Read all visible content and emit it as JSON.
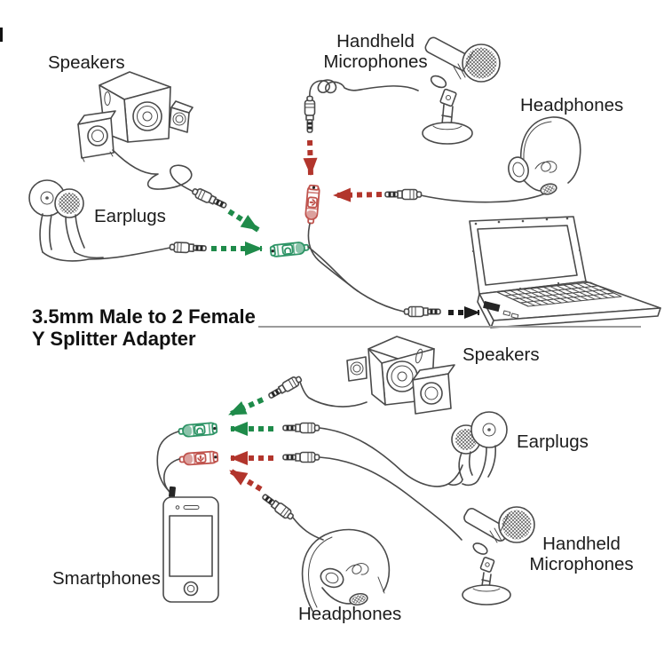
{
  "title": {
    "line1": "3.5mm Male to 2 Female",
    "line2": "Y Splitter Adapter"
  },
  "colors": {
    "headphone_green": "#1f8b4a",
    "mic_red": "#b2352c",
    "connector_green": "#2e9466",
    "connector_red": "#c0544e",
    "arrow_black": "#1c1c1c",
    "line_art": "#4a4a4a",
    "label_text": "#1c1c1c",
    "divider": "#9b9b9b",
    "background": "#ffffff"
  },
  "icons": {
    "headphone_port_icon": "headphones glyph in rounded square on green female jack",
    "mic_port_icon": "microphone glyph in rounded square on red female jack",
    "green_dashed_arrow": "dashed arrow, green = headphone/speaker signal",
    "red_dashed_arrow": "dashed arrow, red = microphone signal",
    "black_dashed_arrow": "dashed arrow into laptop jack"
  },
  "top_diagram": {
    "labels": {
      "speakers": "Speakers",
      "handheld_line1": "Handheld",
      "handheld_line2": "Microphones",
      "headphones": "Headphones",
      "earplugs": "Earplugs"
    }
  },
  "bottom_diagram": {
    "labels": {
      "speakers": "Speakers",
      "earplugs": "Earplugs",
      "handheld_line1": "Handheld",
      "handheld_line2": "Microphones",
      "smartphones": "Smartphones",
      "headphones": "Headphones"
    }
  }
}
